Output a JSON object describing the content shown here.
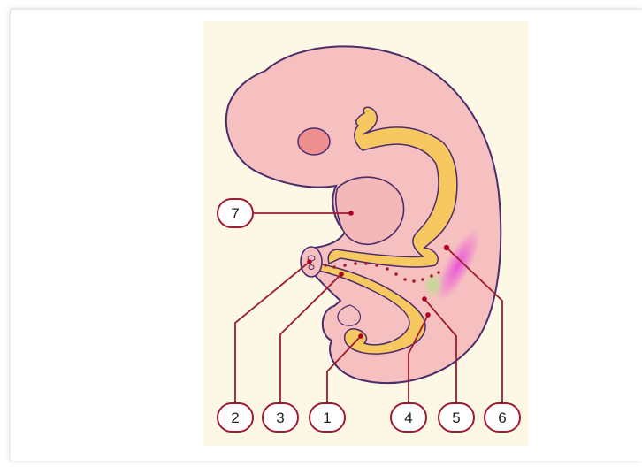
{
  "colors": {
    "background": "#ffffff",
    "panel": "#fdf8e6",
    "embryo_fill": "#f7c0c0",
    "embryo_outline": "#4a2c6a",
    "gut_fill": "#f8c860",
    "eye_fill": "#ef8f90",
    "leader_line": "#9e1b32",
    "badge_border": "#9e1b32",
    "highlight_magenta": "#e84fd8",
    "highlight_green": "#b6e08a"
  },
  "labels": [
    {
      "id": "label-7",
      "text": "7"
    },
    {
      "id": "label-2",
      "text": "2"
    },
    {
      "id": "label-3",
      "text": "3"
    },
    {
      "id": "label-1",
      "text": "1"
    },
    {
      "id": "label-4",
      "text": "4"
    },
    {
      "id": "label-5",
      "text": "5"
    },
    {
      "id": "label-6",
      "text": "6"
    }
  ]
}
